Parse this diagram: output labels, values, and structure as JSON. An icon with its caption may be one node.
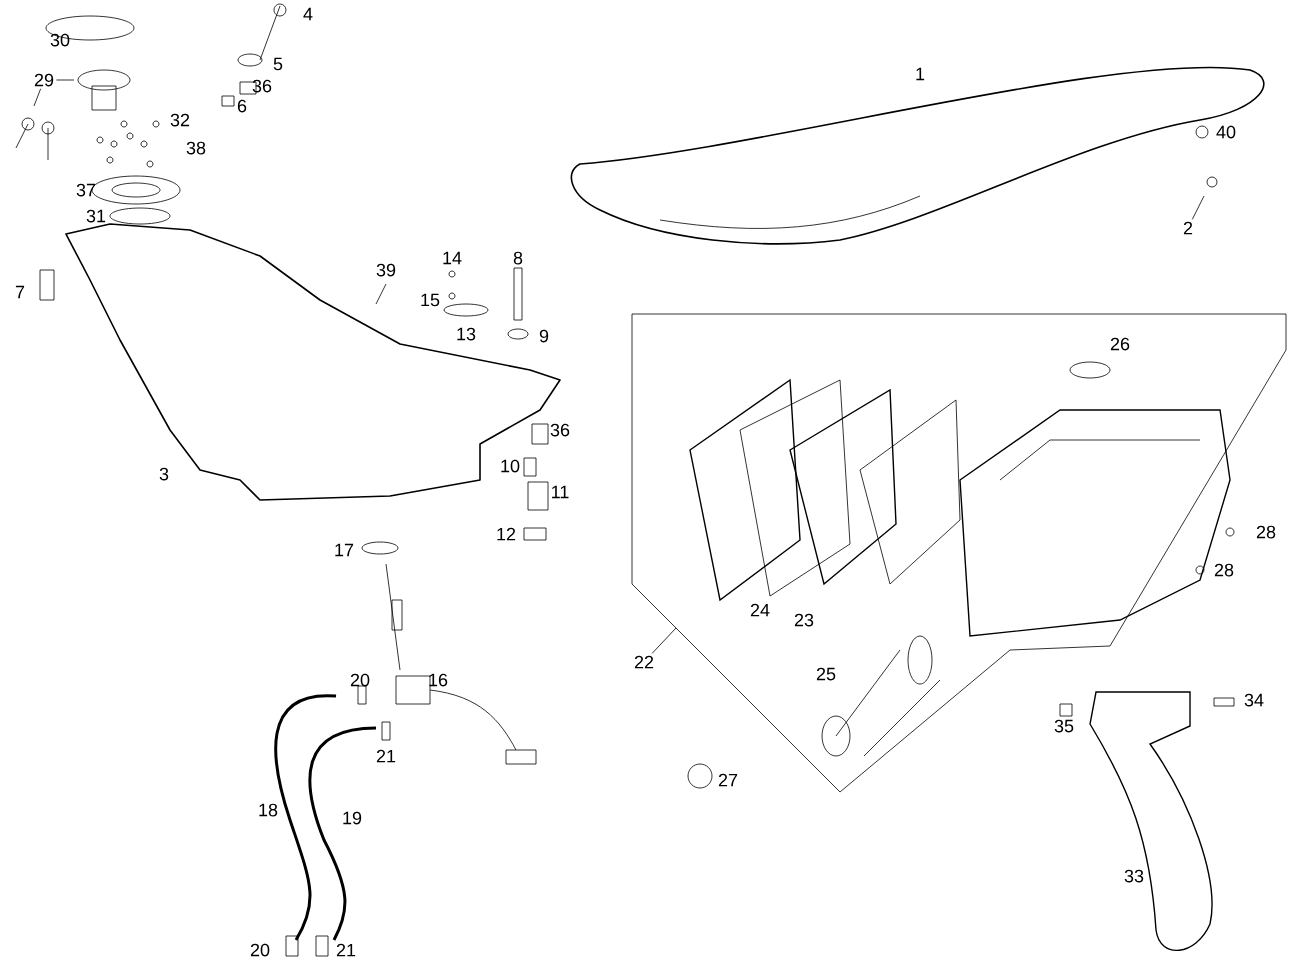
{
  "diagram": {
    "nodes": [
      {
        "text": [
          "29"
        ]
      },
      {
        "text": [
          "22"
        ]
      },
      {
        "text": [
          "2"
        ]
      }
    ],
    "edges": [
      {
        "from": 0,
        "to": null,
        "arrow": "none"
      },
      {
        "from": 0,
        "to": null,
        "arrow": "none"
      },
      {
        "from": 1,
        "to": null,
        "arrow": "none"
      },
      {
        "from": 2,
        "to": null,
        "arrow": "none"
      }
    ],
    "labels": [
      "4",
      "30",
      "1",
      "5",
      "36",
      "6",
      "32",
      "38",
      "40",
      "37",
      "31",
      "39",
      "14",
      "8",
      "7",
      "15",
      "13",
      "9",
      "26",
      "36",
      "3",
      "10",
      "11",
      "28",
      "12",
      "17",
      "28",
      "24",
      "23",
      "25",
      "16",
      "20",
      "35",
      "34",
      "21",
      "27",
      "18",
      "19",
      "33",
      "20",
      "21"
    ]
  }
}
